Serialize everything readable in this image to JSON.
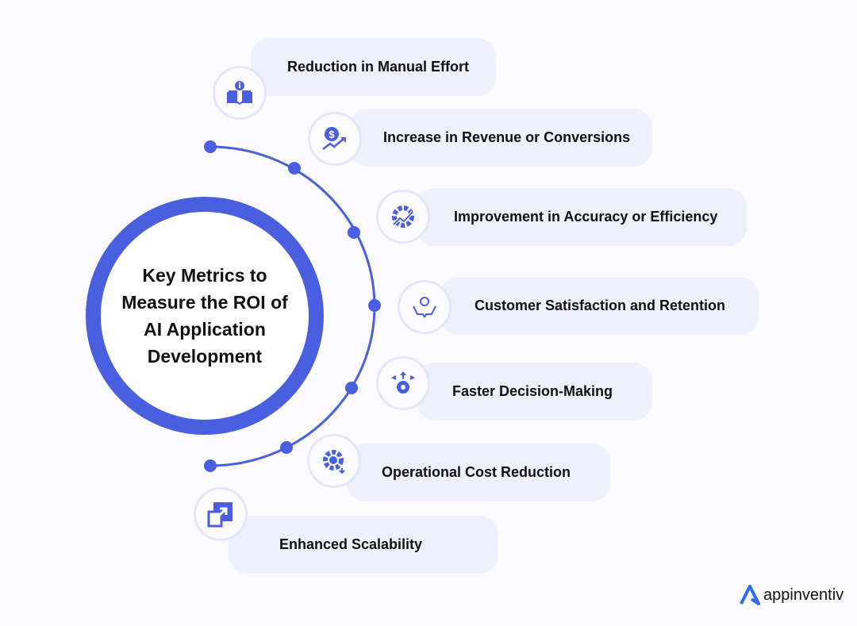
{
  "title": "Key Metrics to Measure the ROI of AI Application Development",
  "metrics": [
    {
      "label": "Reduction in Manual Effort",
      "icon": "book-info-icon"
    },
    {
      "label": "Increase in Revenue or Conversions",
      "icon": "dollar-growth-icon"
    },
    {
      "label": "Improvement in Accuracy or Efficiency",
      "icon": "gear-trend-icon"
    },
    {
      "label": "Customer Satisfaction and Retention",
      "icon": "hands-care-icon"
    },
    {
      "label": "Faster Decision-Making",
      "icon": "gear-arrows-icon"
    },
    {
      "label": "Operational Cost Reduction",
      "icon": "gear-cost-icon"
    },
    {
      "label": "Enhanced Scalability",
      "icon": "expand-icon"
    }
  ],
  "brand": {
    "name": "appinventiv"
  },
  "colors": {
    "accent": "#4a5fe0",
    "card": "#eef0fd",
    "background": "#fbfafd"
  }
}
